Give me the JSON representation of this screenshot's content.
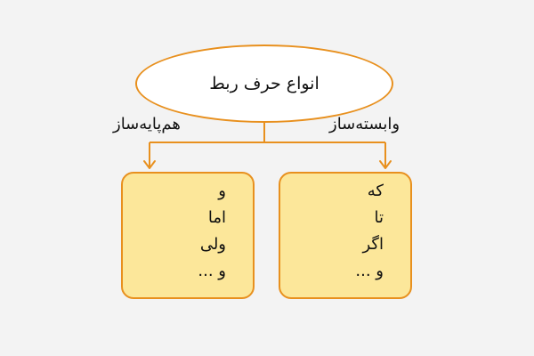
{
  "diagram": {
    "root": {
      "label": "انواع حرف ربط"
    },
    "branches": [
      {
        "id": "right",
        "label": "وابسته‌ساز",
        "items": [
          "که",
          "تا",
          "اگر",
          "و ..."
        ]
      },
      {
        "id": "left",
        "label": "هم‌پایه‌ساز",
        "items": [
          "و",
          "اما",
          "ولی",
          "و ..."
        ]
      }
    ]
  },
  "colors": {
    "background": "#f3f3f3",
    "accent_orange": "#e8901e",
    "box_fill": "#fce79a",
    "root_fill": "#ffffff"
  }
}
